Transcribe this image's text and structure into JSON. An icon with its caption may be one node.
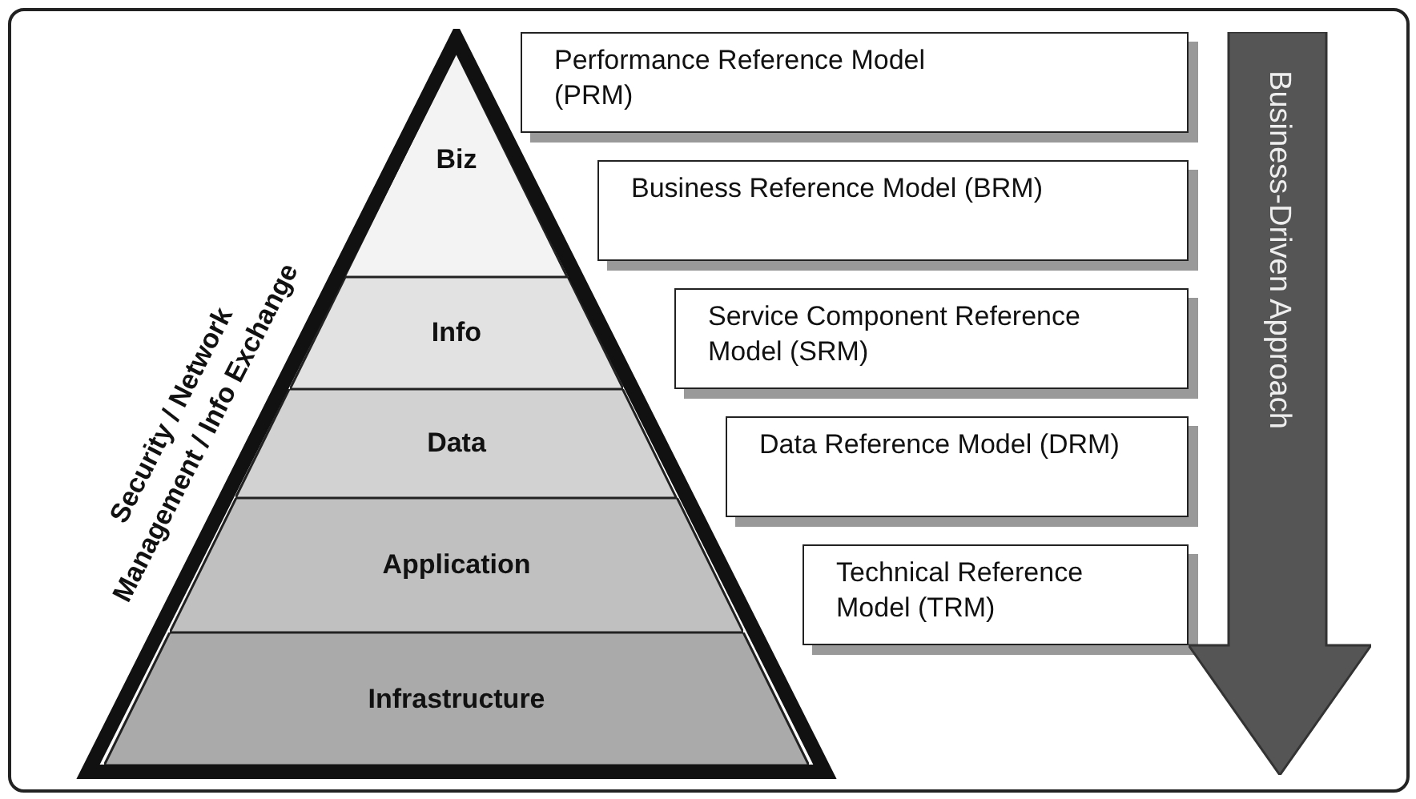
{
  "diagram": {
    "nodes": [
      {
        "text": [
          "Biz"
        ]
      },
      {
        "text": [
          "Info"
        ]
      },
      {
        "text": [
          "Data"
        ]
      },
      {
        "text": [
          "Application"
        ]
      },
      {
        "text": [
          "Infrastructure"
        ]
      },
      {
        "text": [
          "Performance Reference Model (PRM)"
        ]
      },
      {
        "text": [
          "Business Reference Model (BRM)"
        ]
      },
      {
        "text": [
          "Service Component Reference Model (SRM)"
        ]
      },
      {
        "text": [
          "Data Reference Model (DRM)"
        ]
      },
      {
        "text": [
          "Technical Reference Model (TRM)"
        ]
      },
      {
        "text": [
          "Business-Driven Approach"
        ]
      }
    ],
    "labels": [
      "Security / Network Management / Info Exchange"
    ]
  }
}
